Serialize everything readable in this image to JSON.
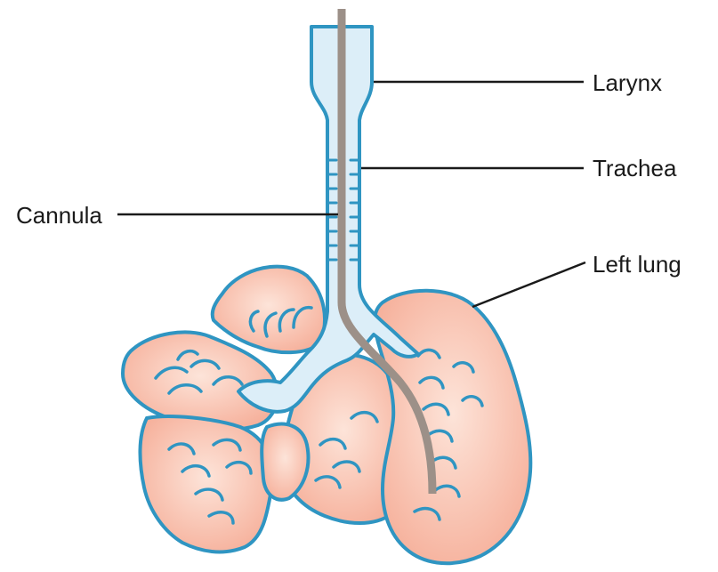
{
  "diagram": {
    "labels": {
      "larynx": "Larynx",
      "trachea": "Trachea",
      "cannula": "Cannula",
      "left_lung": "Left lung"
    },
    "colors": {
      "lung_fill": "#f7b8a4",
      "lung_fill_light": "#fbd7c8",
      "airway_fill": "#dceef8",
      "outline": "#2f95c2",
      "cannula": "#9c9088",
      "leader_line": "#1a1a1a"
    }
  }
}
